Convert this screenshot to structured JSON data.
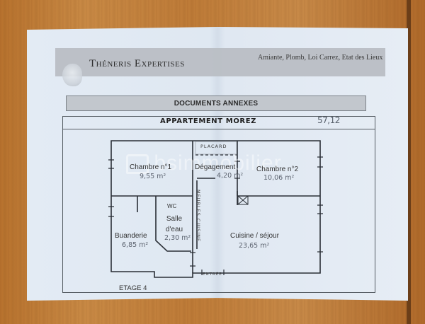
{
  "document": {
    "company": "Théneris Expertises",
    "services": "Amiante, Plomb, Loi Carrez, Etat des Lieux",
    "section_title": "DOCUMENTS ANNEXES",
    "plan_title": "APPARTEMENT MOREZ",
    "total_area": "57,12",
    "floor_label": "ETAGE 4",
    "watermark": "bsimmobilier"
  },
  "plan": {
    "rooms": [
      {
        "name": "Chambre n°1",
        "area": "9,55 m²"
      },
      {
        "name": "Dégagement",
        "area": "4,20 m²"
      },
      {
        "name": "Chambre n°2",
        "area": "10,06 m²"
      },
      {
        "name": "WC",
        "area": ""
      },
      {
        "name": "Salle d'eau",
        "area": "2,30 m²"
      },
      {
        "name": "Buanderie",
        "area": "6,85 m²"
      },
      {
        "name": "Cuisine / séjour",
        "area": "23,65 m²"
      }
    ],
    "annotations": {
      "placard": "PLACARD",
      "meubles_cuisine": "MEUBLES CUISINE",
      "entree": "ENTRÉE"
    }
  },
  "colors": {
    "paper": "#e3ebf4",
    "header_band": "#b9bec4",
    "wood": "#c08040",
    "wall": "#2a2f36"
  }
}
